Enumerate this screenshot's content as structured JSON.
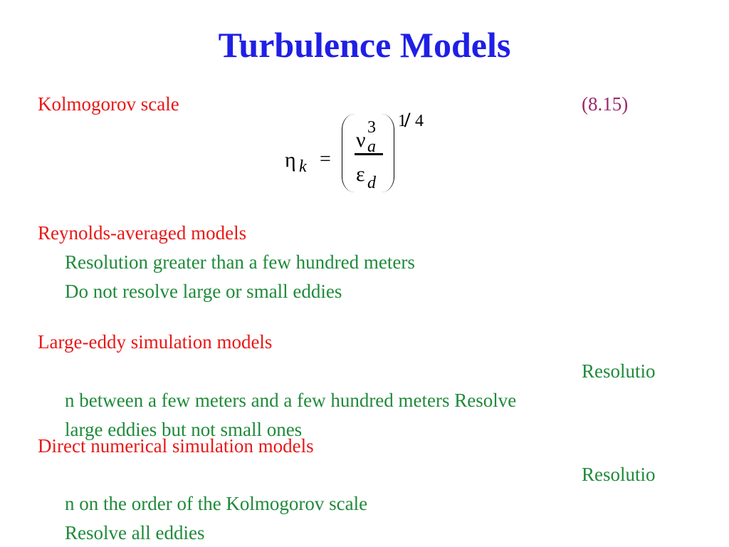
{
  "title": "Turbulence Models",
  "kolmogorov": {
    "label": "Kolmogorov scale",
    "equation_number": "(8.15)",
    "equation": {
      "lhs_symbol": "η",
      "lhs_subscript": "k",
      "equals": "=",
      "numerator_symbol": "ν",
      "numerator_superscript": "3",
      "numerator_subscript": "a",
      "denominator_symbol": "ε",
      "denominator_subscript": "d",
      "exponent_num": "1",
      "exponent_slash": "/",
      "exponent_den": "4"
    }
  },
  "reynolds": {
    "heading": "Reynolds-averaged models",
    "line1": "Resolution greater than a few hundred meters",
    "line2": "Do not resolve large or small eddies"
  },
  "les": {
    "heading": "Large-eddy simulation models",
    "wrap_fragment": "Resolutio",
    "line1": "n between a few meters and a few hundred meters Resolve",
    "line2": "large eddies but not small ones"
  },
  "dns": {
    "heading": "Direct numerical simulation models",
    "wrap_fragment": "Resolutio",
    "line1": "n on the order of the Kolmogorov scale",
    "line2": "Resolve all eddies"
  },
  "colors": {
    "title": "#1f1fe6",
    "heading": "#e81818",
    "body": "#1f8a3a",
    "equation_number": "#9a2a6a"
  }
}
